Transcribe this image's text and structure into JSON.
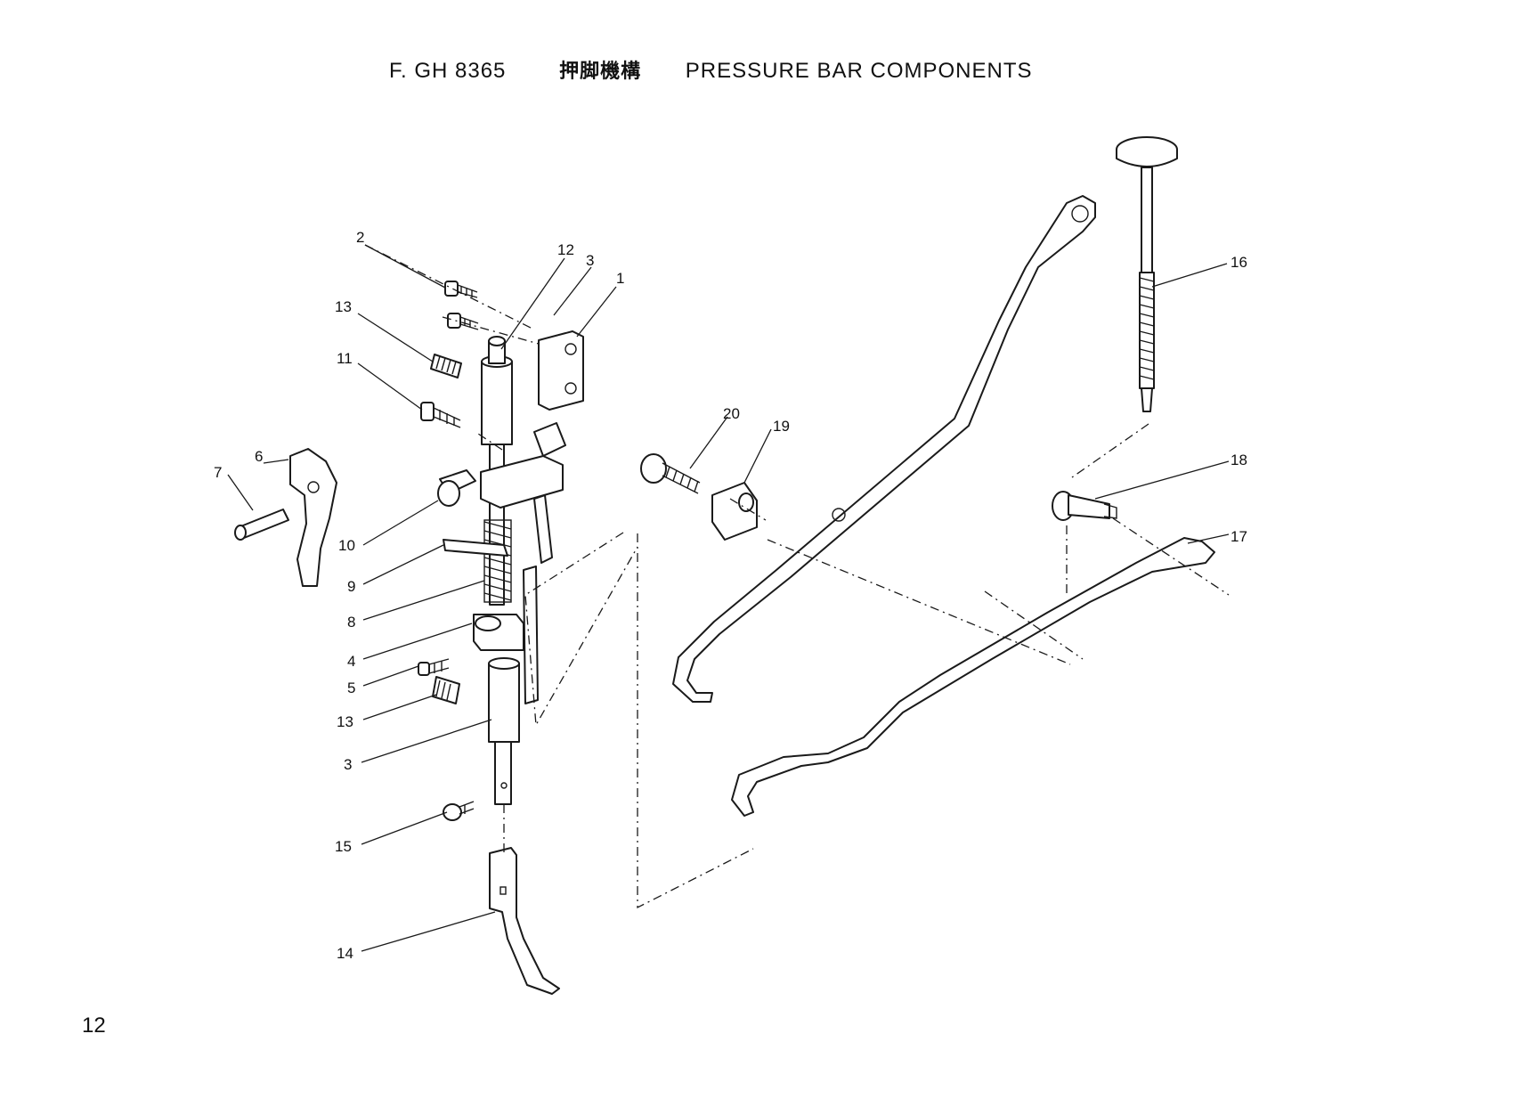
{
  "header": {
    "code": "F. GH 8365",
    "japanese": "押脚機構",
    "english": "PRESSURE BAR COMPONENTS"
  },
  "page_number": "12",
  "callouts": {
    "c1": "1",
    "c2": "2",
    "c3a": "3",
    "c3b": "3",
    "c4": "4",
    "c5": "5",
    "c6": "6",
    "c7": "7",
    "c8": "8",
    "c9": "9",
    "c10": "10",
    "c11": "11",
    "c12": "12",
    "c13a": "13",
    "c13b": "13",
    "c14": "14",
    "c15": "15",
    "c16": "16",
    "c17": "17",
    "c18": "18",
    "c19": "19",
    "c20": "20"
  }
}
